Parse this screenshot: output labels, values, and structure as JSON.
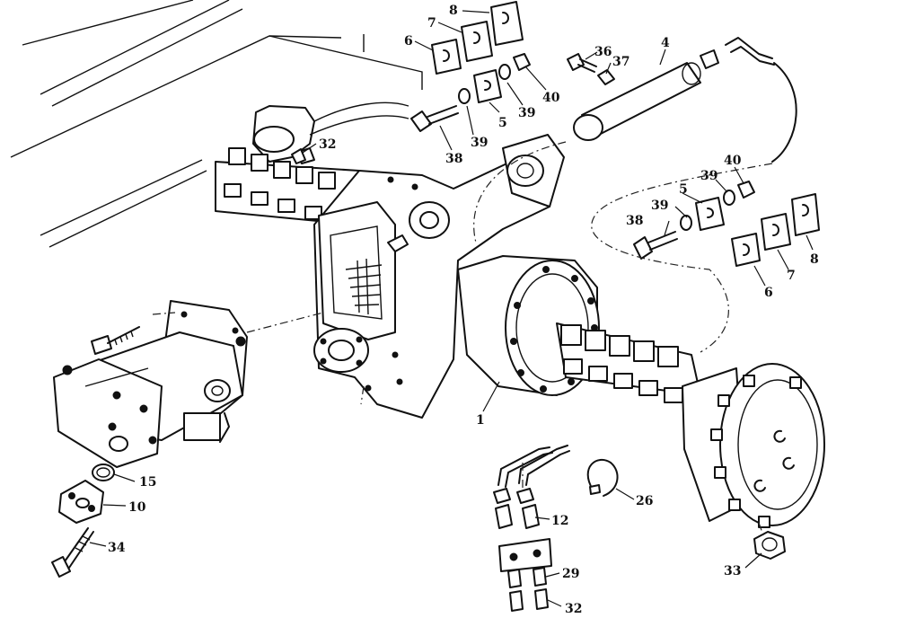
{
  "callouts": {
    "c1": "1",
    "c4": "4",
    "c5a": "5",
    "c5b": "5",
    "c6a": "6",
    "c6b": "6",
    "c7a": "7",
    "c7b": "7",
    "c8a": "8",
    "c8b": "8",
    "c10": "10",
    "c12": "12",
    "c15": "15",
    "c26": "26",
    "c29": "29",
    "c32a": "32",
    "c32b": "32",
    "c33": "33",
    "c34": "34",
    "c36": "36",
    "c37": "37",
    "c38a": "38",
    "c38b": "38",
    "c39a": "39",
    "c39b": "39",
    "c39c": "39",
    "c39d": "39",
    "c40a": "40",
    "c40b": "40"
  }
}
